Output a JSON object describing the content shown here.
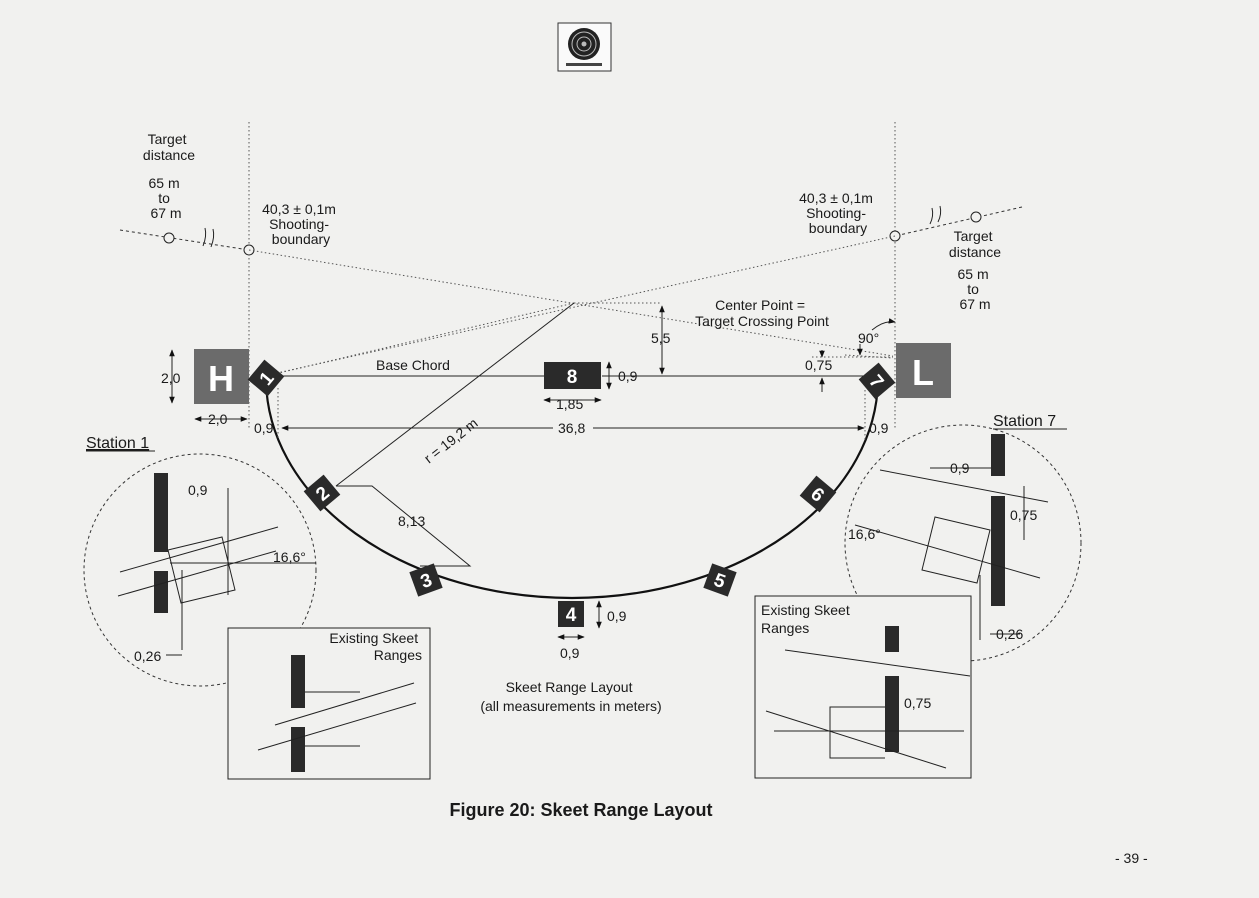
{
  "labels": {
    "target_distance_left": [
      "Target",
      "distance"
    ],
    "target_range_left": [
      "65 m",
      "to",
      "67 m"
    ],
    "shooting_boundary_left": [
      "40,3 ± 0,1m",
      "Shooting-",
      "boundary"
    ],
    "shooting_boundary_right": [
      "40,3 ± 0,1m",
      "Shooting-",
      "boundary"
    ],
    "target_distance_right": [
      "Target",
      "distance"
    ],
    "target_range_right": [
      "65 m",
      "to",
      "67 m"
    ],
    "center_point": [
      "Center Point =",
      "Target Crossing Point"
    ],
    "angle_90": "90°",
    "dim_5_5": "5,5",
    "dim_0_75_top": "0,75",
    "base_chord": "Base Chord",
    "dim_2_0_vertical": "2,0",
    "dim_2_0_horizontal": "2,0",
    "dim_0_9_left": "0,9",
    "dim_36_8": "36,8",
    "dim_0_9_right": "0,9",
    "dim_0_9_station8": "0,9",
    "dim_1_85": "1,85",
    "radius": "r = 19,2 m",
    "dim_8_13": "8,13",
    "dim_0_9_station4_v": "0,9",
    "dim_0_9_station4_h": "0,9",
    "layout_title": [
      "Skeet Range Layout",
      "(all measurements in meters)"
    ],
    "figure_caption": "Figure 20: Skeet Range Layout",
    "page_number": "- 39 -"
  },
  "houses": {
    "high": "H",
    "low": "L"
  },
  "stations": [
    "1",
    "2",
    "3",
    "4",
    "5",
    "6",
    "7",
    "8"
  ],
  "station1_detail": {
    "title": "Station 1",
    "dim_0_9": "0,9",
    "angle": "16,6°",
    "dim_0_26": "0,26",
    "existing": [
      "Existing Skeet",
      "Ranges"
    ]
  },
  "station7_detail": {
    "title": "Station 7",
    "dim_0_9": "0,9",
    "dim_0_75": "0,75",
    "angle": "16,6°",
    "dim_0_26": "0,26",
    "existing": [
      "Existing Skeet",
      "Ranges"
    ],
    "dim_0_75_inset": "0,75"
  },
  "colors": {
    "paper": "#f1f1ef",
    "ink": "#1a1a1a",
    "house": "#6b6b6b",
    "station": "#2a2a2a"
  }
}
